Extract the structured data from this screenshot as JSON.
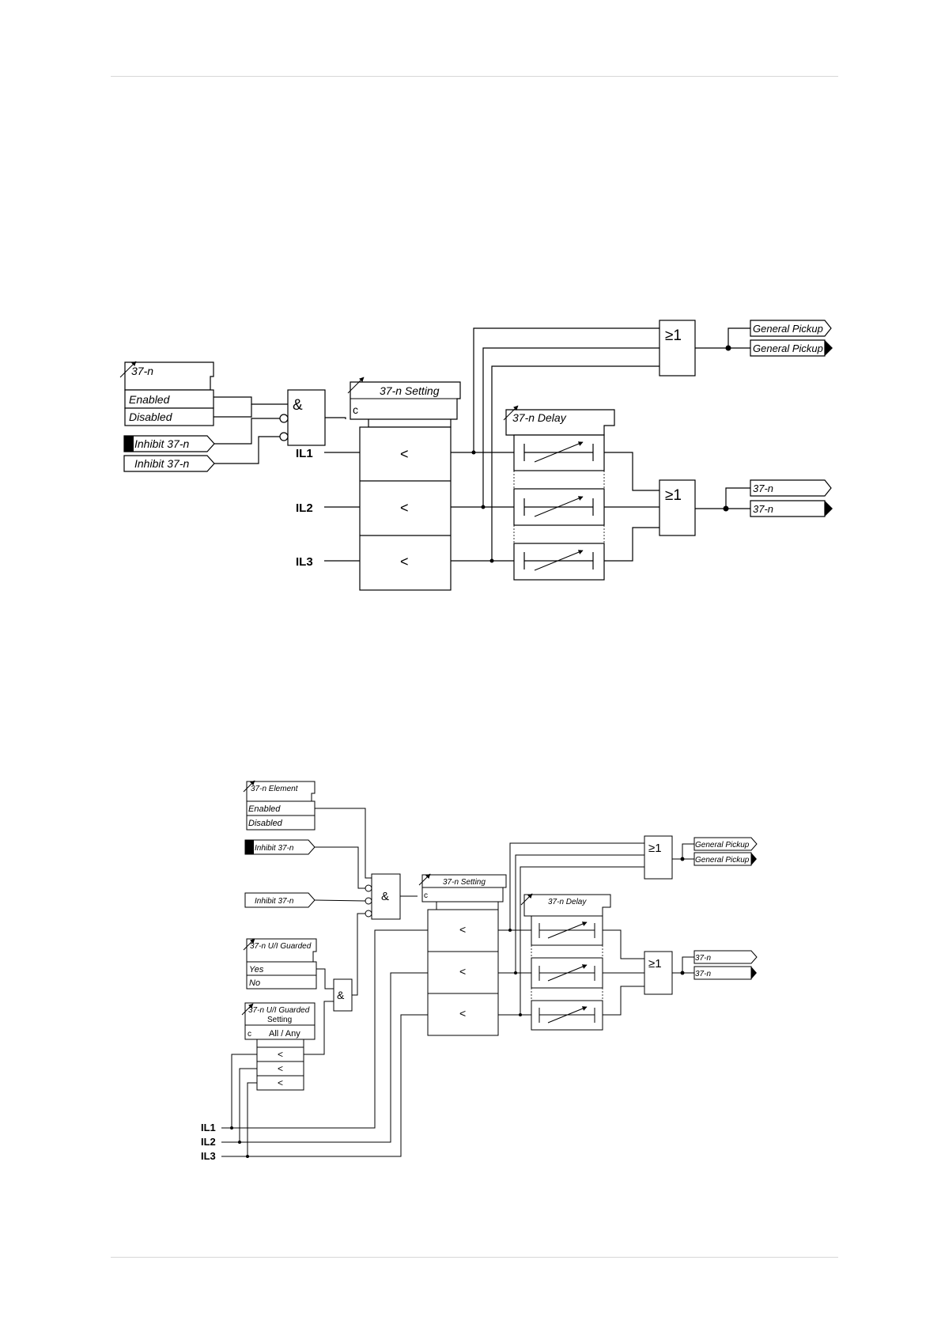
{
  "diagram1": {
    "setting_label": "37-n",
    "enabled": "Enabled",
    "disabled": "Disabled",
    "inhibit_label_1": "Inhibit 37-n",
    "inhibit_label_2": "Inhibit 37-n",
    "and_symbol": "&",
    "threshold_label": "37-n Setting",
    "c_label": "c",
    "inputs": [
      "IL1",
      "IL2",
      "IL3"
    ],
    "compare_symbol": "<",
    "delay_label": "37-n Delay",
    "or_symbol": "≥1",
    "pickup_label_1": "General Pickup",
    "pickup_label_2": "General Pickup",
    "trip_label_1": "37-n",
    "trip_label_2": "37-n"
  },
  "diagram2": {
    "element_label": "37-n Element",
    "enabled": "Enabled",
    "disabled": "Disabled",
    "inhibit_label_1": "Inhibit 37-n",
    "inhibit_label_2": "Inhibit 37-n",
    "guarded_label": "37-n U/I Guarded",
    "yes": "Yes",
    "no": "No",
    "guarded_setting_line1": "37-n U/I Guarded",
    "guarded_setting_line2": "Setting",
    "all_any": "All / Any",
    "c_label": "c",
    "and_symbol": "&",
    "threshold_label": "37-n Setting",
    "compare_symbol": "<",
    "delay_label": "37-n Delay",
    "or_symbol": "≥1",
    "pickup_label_1": "General Pickup",
    "pickup_label_2": "General Pickup",
    "trip_label_1": "37-n",
    "trip_label_2": "37-n",
    "inputs": [
      "IL1",
      "IL2",
      "IL3"
    ]
  }
}
